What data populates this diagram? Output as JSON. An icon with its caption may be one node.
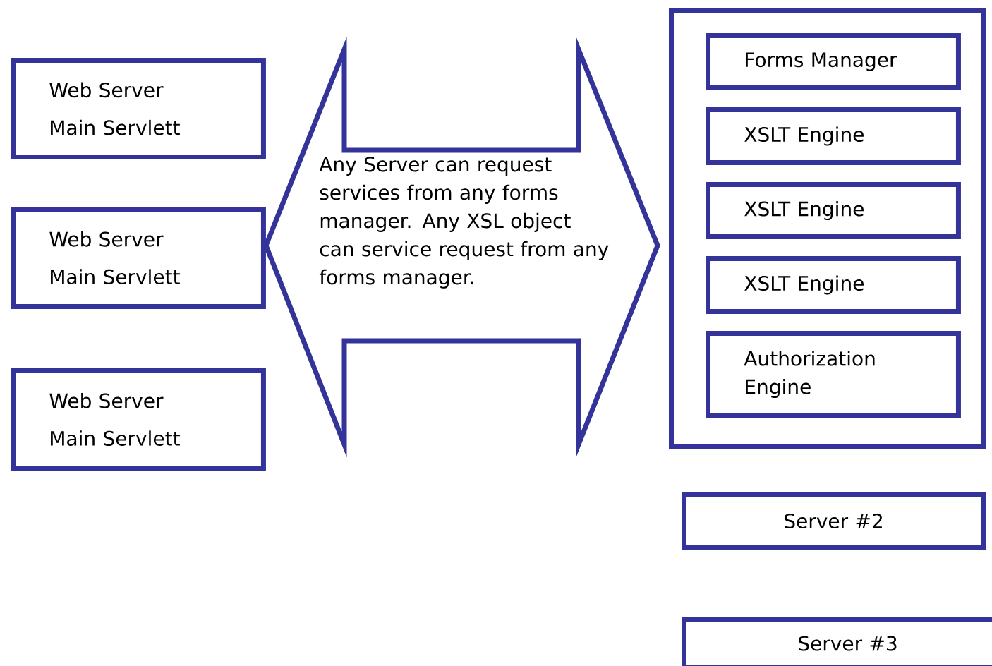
{
  "diagram": {
    "nodes": [
      {
        "text": [
          "Web Server",
          "Main Servlett"
        ]
      },
      {
        "text": [
          "Web Server",
          "Main Servlett"
        ]
      },
      {
        "text": [
          "Web Server",
          "Main Servlett"
        ]
      },
      {
        "text": [
          "Any Server can request services from any forms manager. Any XSL object can service request from any forms manager."
        ]
      },
      {
        "text": [],
        "shape": "box"
      },
      {
        "text": [
          "Forms Manager"
        ],
        "in": 4
      },
      {
        "text": [
          "XSLT Engine"
        ],
        "in": 4
      },
      {
        "text": [
          "XSLT Engine"
        ],
        "in": 4
      },
      {
        "text": [
          "XSLT Engine"
        ],
        "in": 4
      },
      {
        "text": [
          "Authorization Engine"
        ],
        "in": 4
      },
      {
        "text": [
          "Server #2"
        ]
      },
      {
        "text": [
          "Server #3"
        ]
      }
    ]
  }
}
